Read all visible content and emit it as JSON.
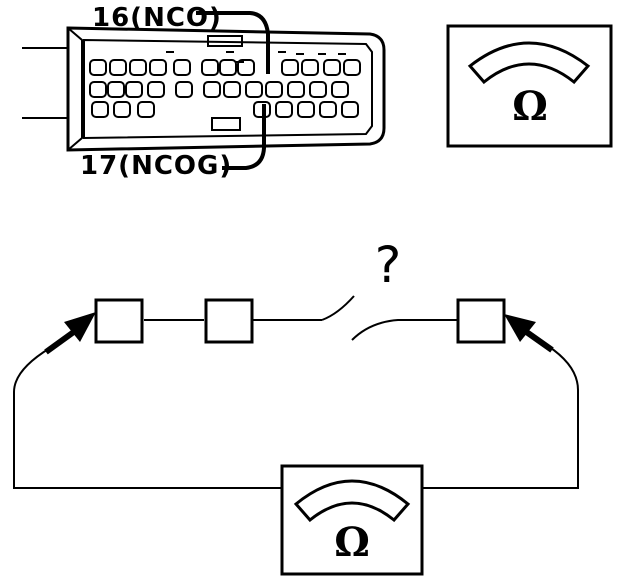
{
  "connector": {
    "pin_top_label": "16(NCO)",
    "pin_bottom_label": "17(NCOG)"
  },
  "meter_symbol": "Ω",
  "switch_state": "?",
  "colors": {
    "ink": "#000000",
    "paper": "#ffffff"
  }
}
